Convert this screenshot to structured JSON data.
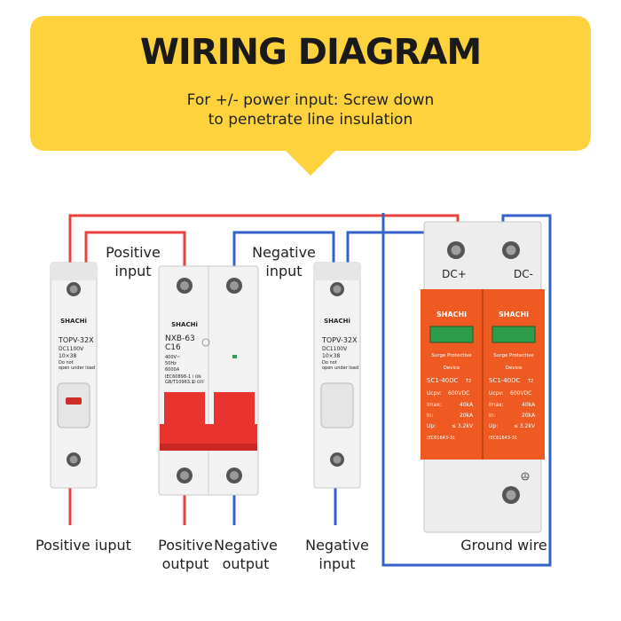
{
  "title": "WIRING DIAGRAM",
  "subtitle_line1": "For +/- power input: Screw down",
  "subtitle_line2": "to penetrate line insulation",
  "labels": {
    "positive_input_top": [
      "Positive",
      "input"
    ],
    "negative_input_top": [
      "Negative",
      "input"
    ],
    "positive_input_bottom": "Positive iuput",
    "positive_output": [
      "Positive",
      "output"
    ],
    "negative_output": [
      "Negative",
      "output"
    ],
    "negative_input_bottom": [
      "Negative",
      "input"
    ],
    "ground_wire": "Ground wire"
  },
  "devices": {
    "switch_left": {
      "brand": "SHACHi",
      "model": "TOPV-32X",
      "rating": "DC1100V",
      "size": "10×38",
      "warning1": "Do not",
      "warning2": "open under load"
    },
    "breaker": {
      "brand": "SHACHi",
      "model": "NXB-63",
      "rating": "C16",
      "spec1": "400V~",
      "spec2": "50Hz",
      "spec3": "6000A",
      "std1": "IEC60898-1",
      "std2": "GB/T10963.1",
      "on": "I ON",
      "off": "O OFF"
    },
    "switch_right": {
      "brand": "SHACHi",
      "model": "TOPV-32X",
      "rating": "DC1100V",
      "size": "10×38",
      "warning1": "Do not",
      "warning2": "open under load"
    },
    "spd": {
      "dc_plus": "DC+",
      "dc_minus": "DC-",
      "brand": "SHACHi",
      "device1": "Surge Protective",
      "device2": "Device",
      "model": "SC1-40DC",
      "class": "T2",
      "ucpv_label": "Ucpv:",
      "ucpv_value": "600VDC",
      "imax_label": "Imax:",
      "imax_value": "40kA",
      "in_label": "In:",
      "in_value": "20kA",
      "up_label": "Up:",
      "up_value": "≤ 3.2kV",
      "standard": "IEC61643-31"
    }
  },
  "colors": {
    "banner": "#fdd23c",
    "positive_wire": "#e8413c",
    "negative_wire": "#3462c9",
    "spd_body": "#ee5a21",
    "breaker_red": "#e8332e"
  }
}
